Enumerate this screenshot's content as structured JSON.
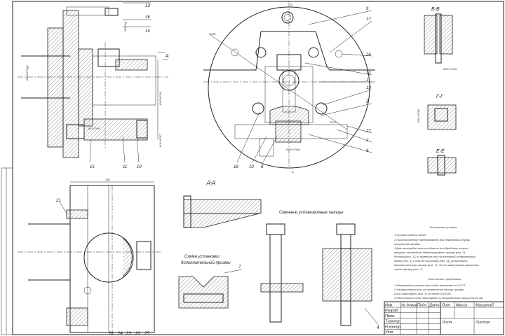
{
  "drawing": {
    "view_labels": {
      "a_arrow": "А",
      "b_arrow": "Б",
      "section_vv": "В-В",
      "section_gg": "Г-Г",
      "section_ee": "Е-Е",
      "section_dd": "Д-Д"
    },
    "titles": {
      "replaceable_pins": "Сменные установочные пальцы",
      "prism_scheme_1": "Схема установки",
      "prism_scheme_2": "дополнительной призмы",
      "tech_conditions": "Технические условия",
      "tech_requirements": "Технические требования"
    },
    "tech_conditions_lines": [
      "1 Станок модели 16К20",
      "2 Приспособление предназначено для обработки втулки",
      "патронной насадки",
      "3 Для настройки приспособления на обработку втулки",
      "патрона необходимо демонтировать призму (поз. 3)",
      "болтом (поз. 12) и заменить его на винтовой установочный",
      "палец (поз. 4) и так же на призму (поз. 11) установить",
      "дополнительную призму (поз. 7). После закрепления заготовки",
      "снять призму (поз. 7)"
    ],
    "tech_requirements_lines": [
      "1 Неуказанные уклоны литья для заготовки по ГОСТ",
      "2 Непараллельность установочного пальца призмы",
      "к оси планшайбы (поз. 1) не более 0,05/100",
      "3 Несоосность осей планшайбы и установочного пальца ≤0,01 мм"
    ],
    "callouts": {
      "top_left": [
        "13",
        "16",
        "14"
      ],
      "bottom_left_top": [
        "15",
        "11",
        "19"
      ],
      "circle_right": [
        "9",
        "17",
        "26",
        "12",
        "1",
        "13",
        "5",
        "27",
        "2",
        "6"
      ],
      "circle_bottom": [
        "18",
        "10",
        "8"
      ],
      "front_left": [
        "21"
      ],
      "front_bottom": [
        "28",
        "24",
        "23",
        "20",
        "25"
      ],
      "prism": [
        "7"
      ],
      "pins": [
        "4"
      ]
    },
    "dimensions": {
      "d_circle": "R250",
      "r_small": "R126",
      "front_width": "140",
      "fit_1": "Ø160 H7/g6",
      "fit_2": "Ø40 H7/k6",
      "fit_3": "Ø16 H7/f7",
      "fit_4": "М20-6g",
      "fit_5": "Ø8 H7/n6",
      "fit_6": "Ø18 H7/js6",
      "fit_7": "Ø25 H7/k6",
      "fit_8": "Ø10 H7/k6"
    },
    "title_block": {
      "rows": [
        "Изм.",
        "Лист",
        "№ докум.",
        "Подп.",
        "Дата",
        "Разраб.",
        "Пров.",
        "Т.контр.",
        "Н.контр.",
        "Утв."
      ],
      "lit": "Лит.",
      "mass": "Масса",
      "scale": "Масштаб",
      "sheet": "Лист",
      "sheets": "Листов"
    }
  }
}
